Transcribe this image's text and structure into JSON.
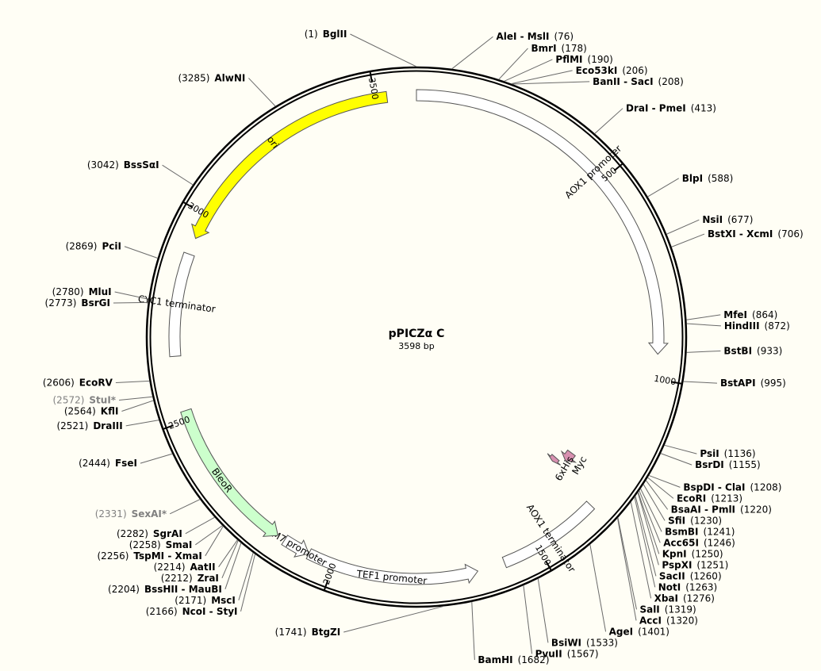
{
  "plasmid": {
    "name": "pPICZα C",
    "length_label": "3598 bp",
    "length": 3598
  },
  "colors": {
    "ori": "#ffff00",
    "bleoR": "#ccffcc",
    "tag": "#d890b0",
    "outline": "#000000",
    "plain_feature": "#ffffff"
  },
  "ticks": [
    {
      "pos": 500,
      "label": "500"
    },
    {
      "pos": 1000,
      "label": "1000"
    },
    {
      "pos": 1500,
      "label": "1500"
    },
    {
      "pos": 2000,
      "label": "2000"
    },
    {
      "pos": 2500,
      "label": "2500"
    },
    {
      "pos": 3000,
      "label": "3000"
    },
    {
      "pos": 3500,
      "label": "3500"
    }
  ],
  "features": [
    {
      "name": "AOX1 promoter",
      "start": 1,
      "end": 941,
      "direction": "forward",
      "color": "plain",
      "lane": "inner"
    },
    {
      "name": "AOX1 terminator",
      "start": 1340,
      "end": 1587,
      "direction": "none",
      "color": "plain",
      "lane": "inner"
    },
    {
      "name": "TEF1 promoter",
      "start": 1653,
      "end": 2064,
      "direction": "reverse",
      "color": "plain",
      "lane": "inner"
    },
    {
      "name": "EM7 promoter",
      "start": 2064,
      "end": 2130,
      "direction": "reverse",
      "color": "plain",
      "lane": "inner"
    },
    {
      "name": "BleoR",
      "start": 2149,
      "end": 2523,
      "direction": "reverse",
      "color": "bleoR",
      "lane": "inner"
    },
    {
      "name": "CYC1 terminator",
      "start": 2654,
      "end": 2900,
      "direction": "none",
      "color": "plain",
      "lane": "inner"
    },
    {
      "name": "ori",
      "start": 2940,
      "end": 3529,
      "direction": "reverse",
      "color": "ori",
      "lane": "inner"
    },
    {
      "name": "Myc",
      "start": 1268,
      "end": 1297,
      "direction": "forward",
      "color": "tag",
      "lane": "tag1"
    },
    {
      "name": "6xHis",
      "start": 1309,
      "end": 1324,
      "direction": "forward",
      "color": "tag",
      "lane": "tag2"
    }
  ],
  "sites": [
    {
      "name": "BglII",
      "pos_label": "(1)",
      "pos": 1,
      "side": "left",
      "gray": false
    },
    {
      "name": "AleI - MslI",
      "pos_label": "(76)",
      "pos": 76,
      "side": "right",
      "gray": false
    },
    {
      "name": "BmrI",
      "pos_label": "(178)",
      "pos": 178,
      "side": "right",
      "gray": false
    },
    {
      "name": "PflMI",
      "pos_label": "(190)",
      "pos": 190,
      "side": "right",
      "gray": false
    },
    {
      "name": "Eco53kI",
      "pos_label": "(206)",
      "pos": 206,
      "side": "right",
      "gray": false
    },
    {
      "name": "BanII - SacI",
      "pos_label": "(208)",
      "pos": 208,
      "side": "right",
      "gray": false
    },
    {
      "name": "DraI - PmeI",
      "pos_label": "(413)",
      "pos": 413,
      "side": "right",
      "gray": false
    },
    {
      "name": "BlpI",
      "pos_label": "(588)",
      "pos": 588,
      "side": "right",
      "gray": false
    },
    {
      "name": "NsiI",
      "pos_label": "(677)",
      "pos": 677,
      "side": "right",
      "gray": false
    },
    {
      "name": "BstXI - XcmI",
      "pos_label": "(706)",
      "pos": 706,
      "side": "right",
      "gray": false
    },
    {
      "name": "MfeI",
      "pos_label": "(864)",
      "pos": 864,
      "side": "right",
      "gray": false
    },
    {
      "name": "HindIII",
      "pos_label": "(872)",
      "pos": 872,
      "side": "right",
      "gray": false
    },
    {
      "name": "BstBI",
      "pos_label": "(933)",
      "pos": 933,
      "side": "right",
      "gray": false
    },
    {
      "name": "BstAPI",
      "pos_label": "(995)",
      "pos": 995,
      "side": "right",
      "gray": false
    },
    {
      "name": "PsiI",
      "pos_label": "(1136)",
      "pos": 1136,
      "side": "right",
      "gray": false
    },
    {
      "name": "BsrDI",
      "pos_label": "(1155)",
      "pos": 1155,
      "side": "right",
      "gray": false
    },
    {
      "name": "BspDI - ClaI",
      "pos_label": "(1208)",
      "pos": 1208,
      "side": "right",
      "gray": false
    },
    {
      "name": "EcoRI",
      "pos_label": "(1213)",
      "pos": 1213,
      "side": "right",
      "gray": false
    },
    {
      "name": "BsaAI - PmlI",
      "pos_label": "(1220)",
      "pos": 1220,
      "side": "right",
      "gray": false
    },
    {
      "name": "SfiI",
      "pos_label": "(1230)",
      "pos": 1230,
      "side": "right",
      "gray": false
    },
    {
      "name": "BsmBI",
      "pos_label": "(1241)",
      "pos": 1241,
      "side": "right",
      "gray": false
    },
    {
      "name": "Acc65I",
      "pos_label": "(1246)",
      "pos": 1246,
      "side": "right",
      "gray": false
    },
    {
      "name": "KpnI",
      "pos_label": "(1250)",
      "pos": 1250,
      "side": "right",
      "gray": false
    },
    {
      "name": "PspXI",
      "pos_label": "(1251)",
      "pos": 1251,
      "side": "right",
      "gray": false
    },
    {
      "name": "SacII",
      "pos_label": "(1260)",
      "pos": 1260,
      "side": "right",
      "gray": false
    },
    {
      "name": "NotI",
      "pos_label": "(1263)",
      "pos": 1263,
      "side": "right",
      "gray": false
    },
    {
      "name": "XbaI",
      "pos_label": "(1276)",
      "pos": 1276,
      "side": "right",
      "gray": false
    },
    {
      "name": "SalI",
      "pos_label": "(1319)",
      "pos": 1319,
      "side": "right",
      "gray": false
    },
    {
      "name": "AccI",
      "pos_label": "(1320)",
      "pos": 1320,
      "side": "right",
      "gray": false
    },
    {
      "name": "AgeI",
      "pos_label": "(1401)",
      "pos": 1401,
      "side": "right",
      "gray": false
    },
    {
      "name": "BsiWI",
      "pos_label": "(1533)",
      "pos": 1533,
      "side": "right",
      "gray": false
    },
    {
      "name": "PvuII",
      "pos_label": "(1567)",
      "pos": 1567,
      "side": "right",
      "gray": false
    },
    {
      "name": "BamHI",
      "pos_label": "(1682)",
      "pos": 1682,
      "side": "right",
      "gray": false
    },
    {
      "name": "BtgZI",
      "pos_label": "(1741)",
      "pos": 1741,
      "side": "left",
      "gray": false
    },
    {
      "name": "NcoI - StyI",
      "pos_label": "(2166)",
      "pos": 2166,
      "side": "left",
      "gray": false
    },
    {
      "name": "MscI",
      "pos_label": "(2171)",
      "pos": 2171,
      "side": "left",
      "gray": false
    },
    {
      "name": "BssHII - MauBI",
      "pos_label": "(2204)",
      "pos": 2204,
      "side": "left",
      "gray": false
    },
    {
      "name": "ZraI",
      "pos_label": "(2212)",
      "pos": 2212,
      "side": "left",
      "gray": false
    },
    {
      "name": "AatII",
      "pos_label": "(2214)",
      "pos": 2214,
      "side": "left",
      "gray": false
    },
    {
      "name": "TspMI - XmaI",
      "pos_label": "(2256)",
      "pos": 2256,
      "side": "left",
      "gray": false
    },
    {
      "name": "SmaI",
      "pos_label": "(2258)",
      "pos": 2258,
      "side": "left",
      "gray": false
    },
    {
      "name": "SgrAI",
      "pos_label": "(2282)",
      "pos": 2282,
      "side": "left",
      "gray": false
    },
    {
      "name": "SexAI*",
      "pos_label": "(2331)",
      "pos": 2331,
      "side": "left",
      "gray": true
    },
    {
      "name": "FseI",
      "pos_label": "(2444)",
      "pos": 2444,
      "side": "left",
      "gray": false
    },
    {
      "name": "DraIII",
      "pos_label": "(2521)",
      "pos": 2521,
      "side": "left",
      "gray": false
    },
    {
      "name": "KflI",
      "pos_label": "(2564)",
      "pos": 2564,
      "side": "left",
      "gray": false
    },
    {
      "name": "StuI*",
      "pos_label": "(2572)",
      "pos": 2572,
      "side": "left",
      "gray": true
    },
    {
      "name": "EcoRV",
      "pos_label": "(2606)",
      "pos": 2606,
      "side": "left",
      "gray": false
    },
    {
      "name": "BsrGI",
      "pos_label": "(2773)",
      "pos": 2773,
      "side": "left",
      "gray": false
    },
    {
      "name": "MluI",
      "pos_label": "(2780)",
      "pos": 2780,
      "side": "left",
      "gray": false
    },
    {
      "name": "PciI",
      "pos_label": "(2869)",
      "pos": 2869,
      "side": "left",
      "gray": false
    },
    {
      "name": "BssSαI",
      "pos_label": "(3042)",
      "pos": 3042,
      "side": "left",
      "gray": false
    },
    {
      "name": "AlwNI",
      "pos_label": "(3285)",
      "pos": 3285,
      "side": "left",
      "gray": false
    }
  ]
}
